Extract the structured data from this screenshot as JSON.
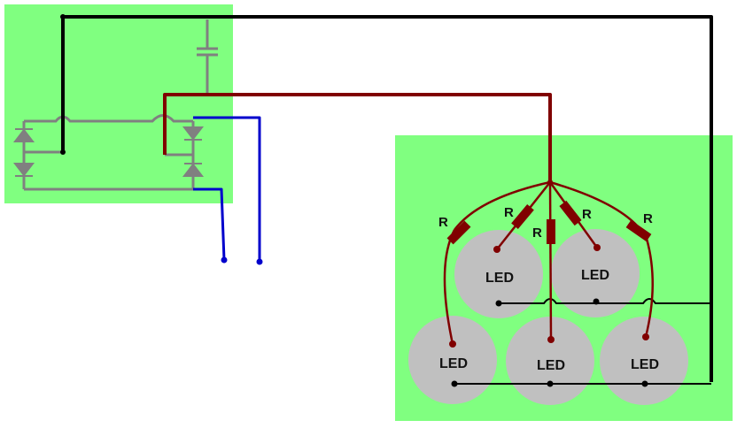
{
  "colors": {
    "panel": "#80ff80",
    "led": "#c0c0c0",
    "black_wire": "#000000",
    "red_wire": "#800000",
    "blue_wire": "#0000cc",
    "component": "#808080"
  },
  "labels": {
    "led": "LED",
    "resistor": "R"
  },
  "leds": [
    "LED",
    "LED",
    "LED",
    "LED",
    "LED"
  ],
  "resistors": [
    "R",
    "R",
    "R",
    "R",
    "R"
  ]
}
